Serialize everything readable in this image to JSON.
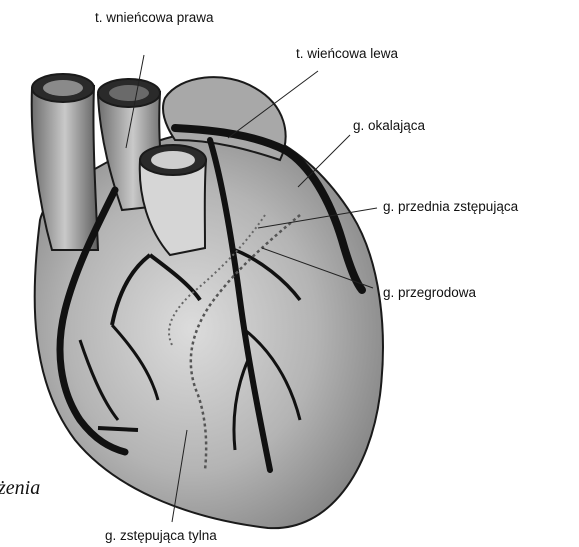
{
  "labels": {
    "right_coronary_artery": "t. wnieńcowa prawa",
    "left_coronary_artery": "t. wieńcowa lewa",
    "circumflex_branch": "g. okalająca",
    "anterior_descending_branch": "g. przednia zstępująca",
    "septal_branch": "g. przegrodowa",
    "posterior_descending_branch": "g. zstępująca tylna"
  },
  "cropped_caption_fragment": "żenia",
  "colors": {
    "background": "#ffffff",
    "vessel": "#1a1a1a",
    "shading": "#9a9a9a",
    "label_text": "#111111"
  }
}
